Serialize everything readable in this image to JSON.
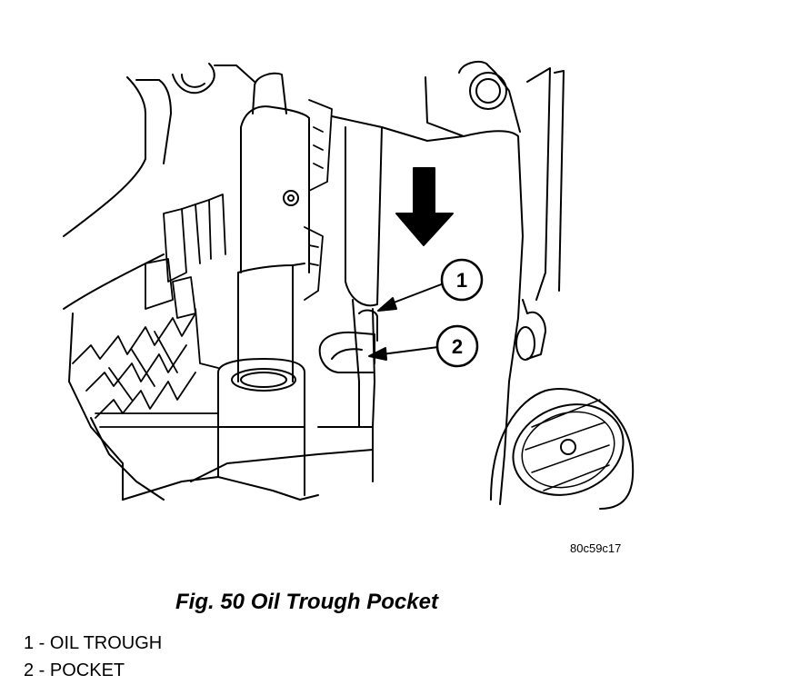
{
  "figure": {
    "image_code": "80c59c17",
    "caption": "Fig. 50 Oil Trough Pocket",
    "callouts": [
      {
        "number": "1",
        "label": "OIL TROUGH"
      },
      {
        "number": "2",
        "label": "POCKET"
      }
    ],
    "legend": [
      "1 - OIL TROUGH",
      "2 - POCKET"
    ]
  },
  "colors": {
    "line": "#000000",
    "background": "#ffffff"
  }
}
